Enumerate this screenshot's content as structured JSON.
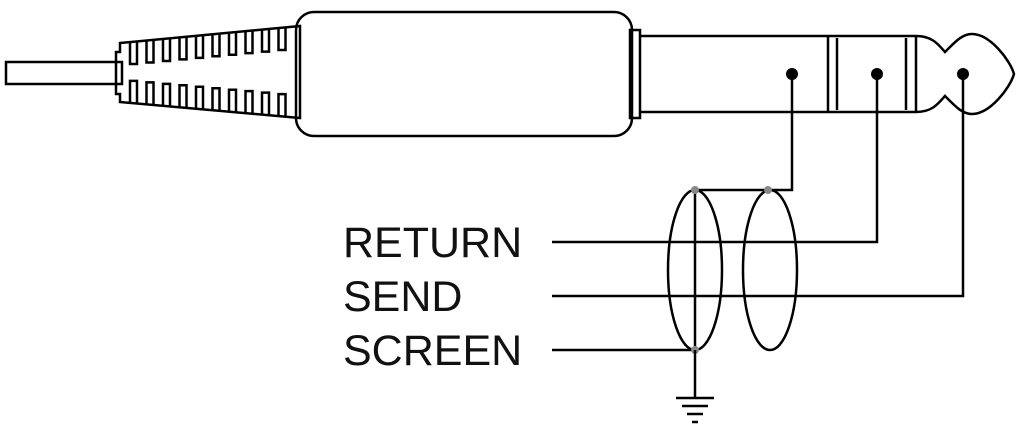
{
  "labels": {
    "return": "RETURN",
    "send": "SEND",
    "screen": "SCREEN"
  },
  "colors": {
    "line": "#000000",
    "text": "#111111",
    "node_grey": "#888888",
    "background": "#ffffff"
  },
  "icons": [
    "ground-icon",
    "trs-plug-icon",
    "shield-loop-icon"
  ]
}
